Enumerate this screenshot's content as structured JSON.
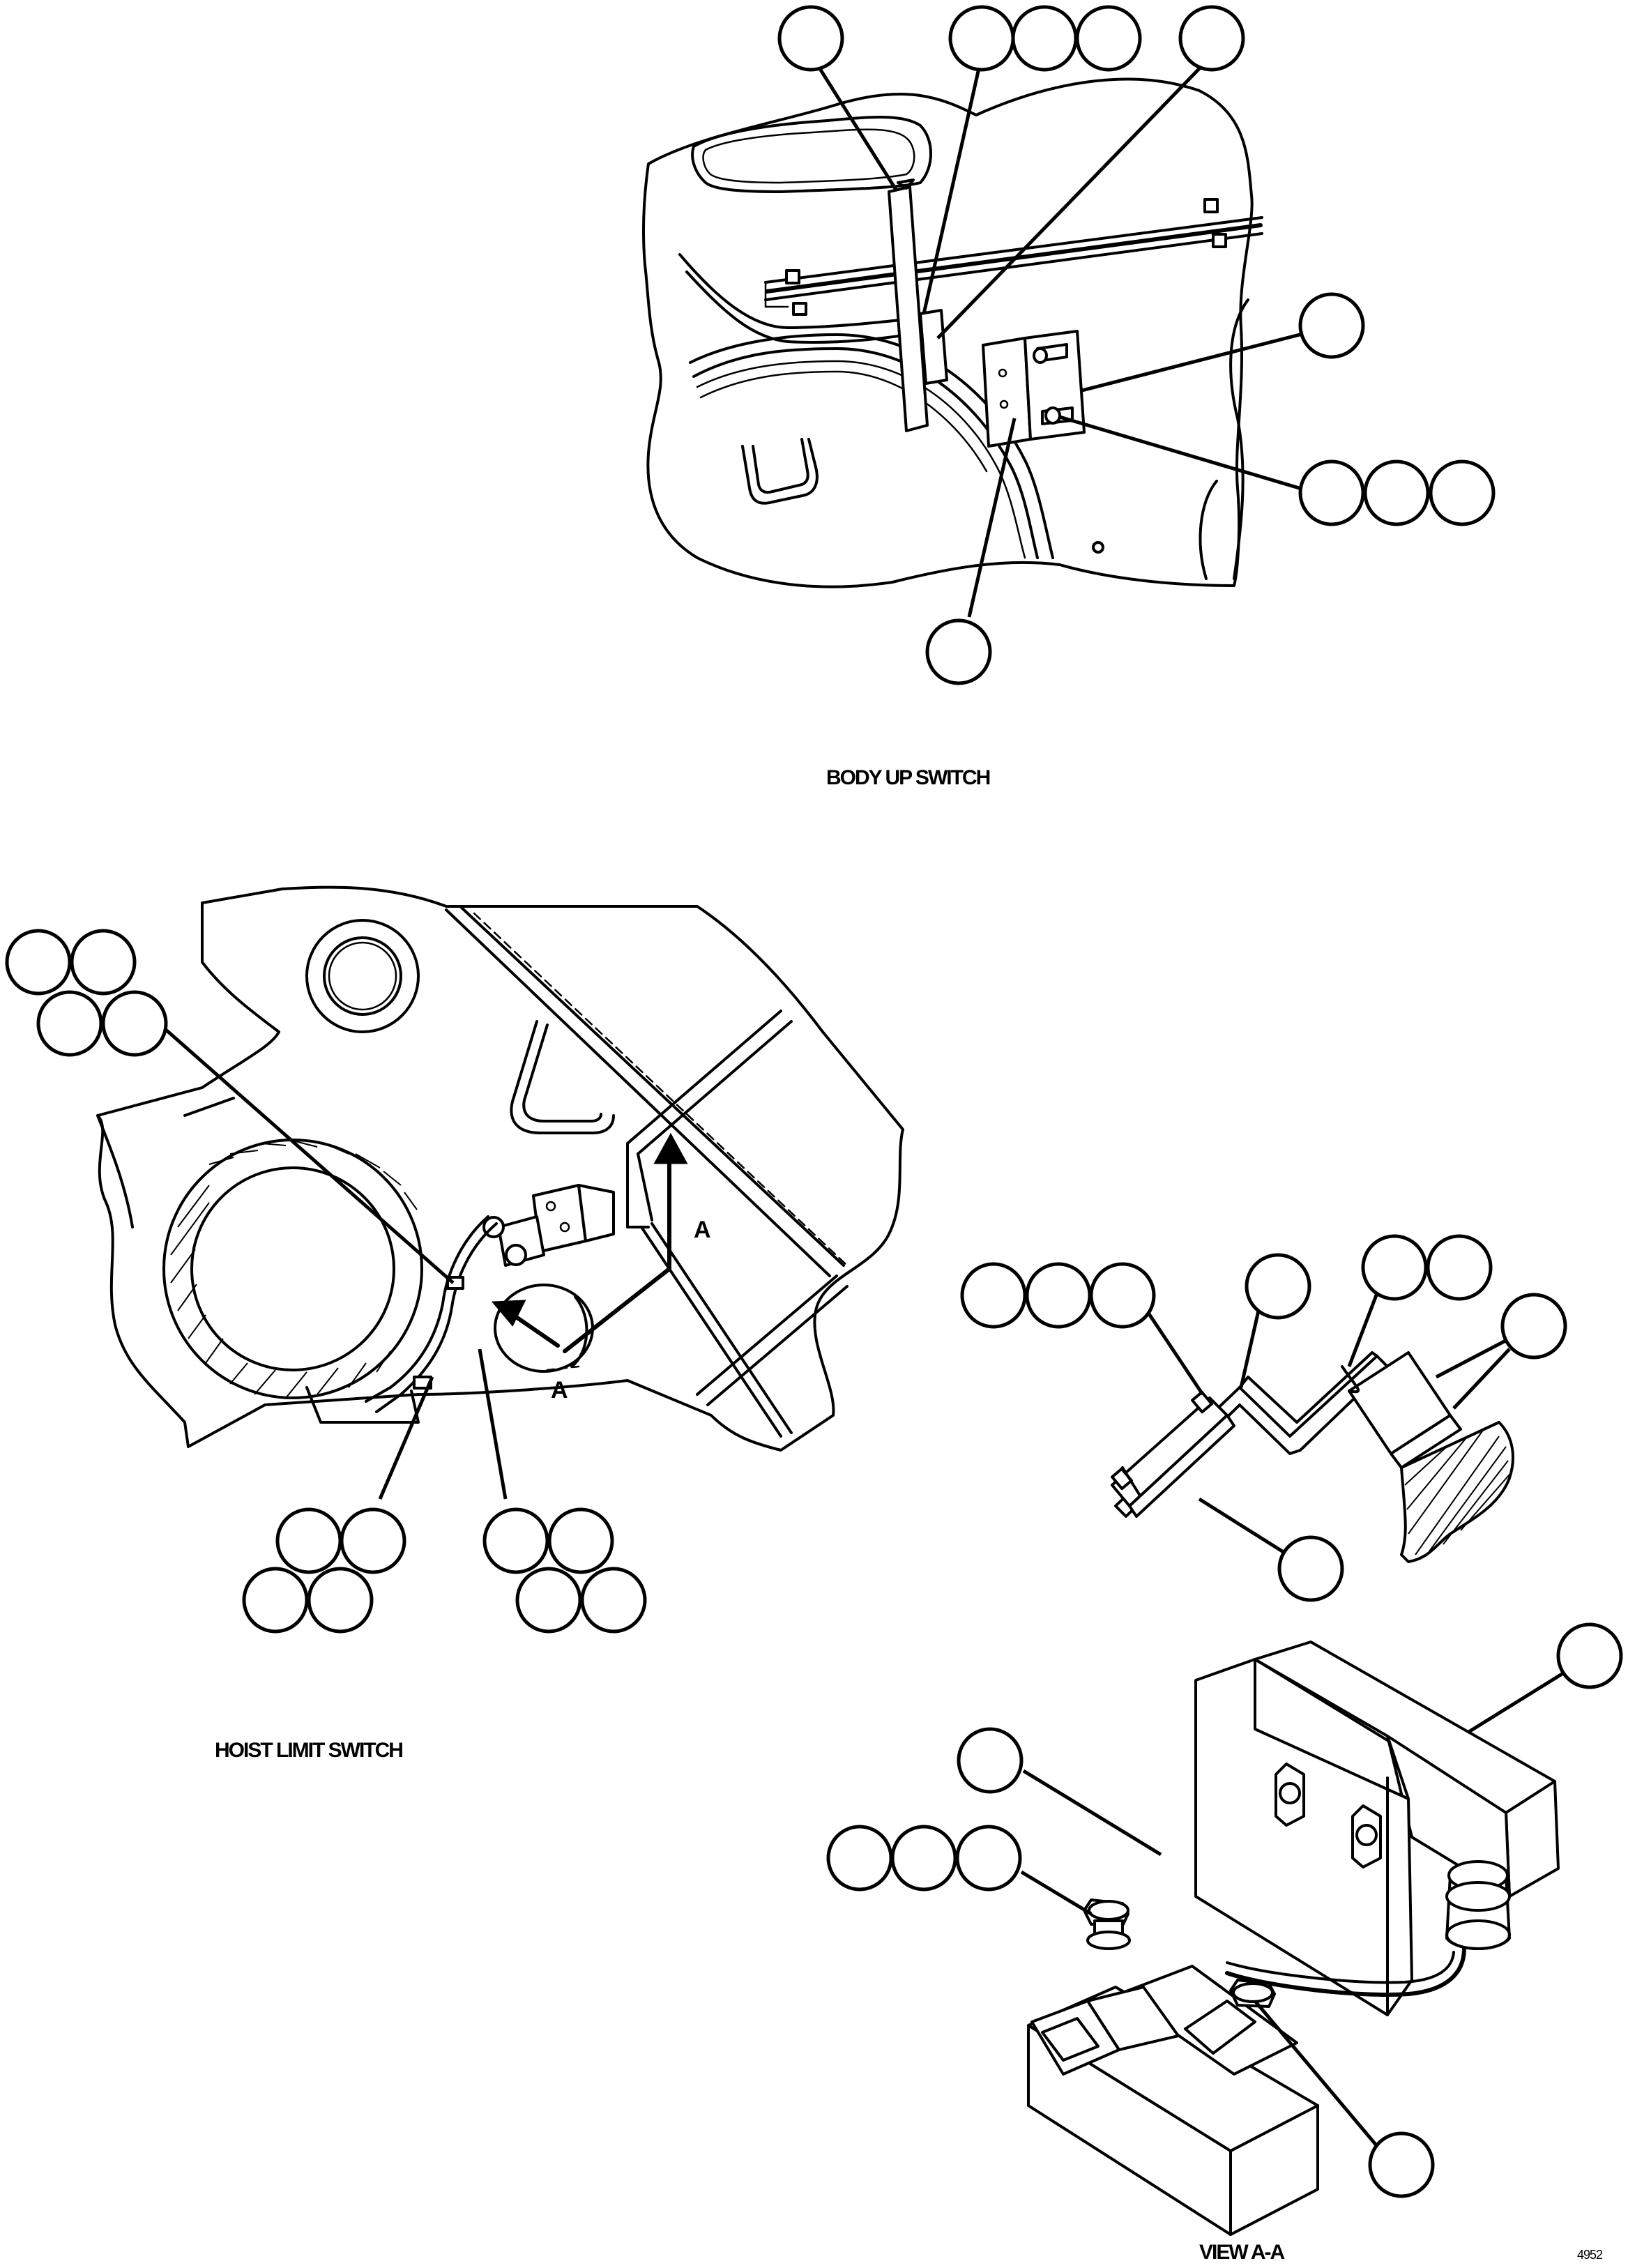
{
  "captions": {
    "body_up_switch": "BODY UP SWITCH",
    "hoist_limit_switch": "HOIST LIMIT SWITCH",
    "view_aa": "VIEW A-A",
    "drawing_number": "4952"
  },
  "view_markers": {
    "arrow_1": "A",
    "arrow_2": "A"
  },
  "balloons": {
    "body_up": {
      "count": 10,
      "label_text": ""
    },
    "hoist_limit": {
      "count": 12,
      "label_text": ""
    },
    "detail": {
      "count": 8,
      "label_text": ""
    },
    "view_aa": {
      "count": 6,
      "label_text": ""
    }
  },
  "colors": {
    "line": "#000000",
    "background": "#ffffff"
  }
}
